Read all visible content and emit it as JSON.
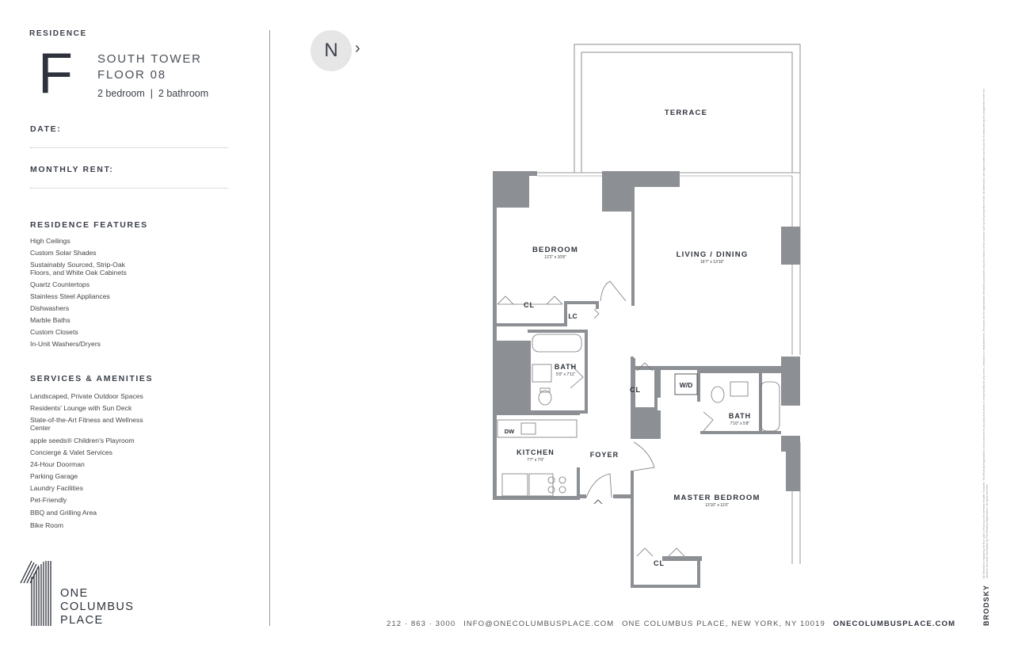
{
  "residence": {
    "label": "RESIDENCE",
    "letter": "F",
    "tower": "SOUTH TOWER",
    "floor": "FLOOR 08",
    "rooms": "2 bedroom  |  2 bathroom"
  },
  "form": {
    "date_label": "DATE:",
    "rent_label": "MONTHLY RENT:"
  },
  "features": {
    "title": "RESIDENCE FEATURES",
    "items": [
      "High Ceilings",
      "Custom Solar Shades",
      "Sustainably Sourced, Strip-Oak",
      "Floors, and White Oak Cabinets",
      "Quartz Countertops",
      "Stainless Steel Appliances",
      "Dishwashers",
      "Marble Baths",
      "Custom Closets",
      "In-Unit Washers/Dryers"
    ]
  },
  "services": {
    "title": "SERVICES & AMENITIES",
    "items": [
      "Landscaped, Private Outdoor Spaces",
      "Residents' Lounge with Sun Deck",
      "State-of-the-Art Fitness and Wellness",
      "Center",
      "apple seeds® Children's Playroom",
      "Concierge & Valet Services",
      "24-Hour Doorman",
      "Parking Garage",
      "Laundry Facilities",
      "Pet-Friendly",
      "BBQ and Grilling Area",
      "Bike Room"
    ]
  },
  "logo": {
    "line1": "ONE",
    "line2": "COLUMBUS",
    "line3": "PLACE"
  },
  "compass": {
    "letter": "N",
    "arrow": "›"
  },
  "plan": {
    "terrace": "TERRACE",
    "bedroom": "BEDROOM",
    "bedroom_dim": "12'2\" x 10'8\"",
    "living": "LIVING / DINING",
    "living_dim": "16'7\" x 13'10\"",
    "cl_bedroom": "CL",
    "lc": "LC",
    "bath1": "BATH",
    "bath1_dim": "5'0\" x 7'11\"",
    "cl_hall": "CL",
    "wd": "W/D",
    "bath2": "BATH",
    "bath2_dim": "7'10\" x 5'8\"",
    "dw": "DW",
    "kitchen": "KITCHEN",
    "kitchen_dim": "7'7\" x 7'0\"",
    "foyer": "FOYER",
    "master": "MASTER BEDROOM",
    "master_dim": "13'10\" x 11'0\"",
    "cl_master": "CL"
  },
  "footer": {
    "phone": "212 · 863 · 3000",
    "email": "INFO@ONECOLUMBUSPLACE.COM",
    "address": "ONE COLUMBUS PLACE, NEW YORK, NY 10019",
    "website": "ONECOLUMBUSPLACE.COM"
  },
  "side": {
    "brand": "BRODSKY",
    "disclaimer": "All information regarding the floor plan is from sources deemed reliable. However, The Brodsky Organization cannot assure its accuracy and bears no responsibility for any errors, omissions or misstatements. The plans are for approximate information purposes only and should not be used as such by the prospective renter. All dimensions are approximate and should be re-measured by the prospective renter for absolute accuracy. Developed by The Brodsky Organization, all rights reserved."
  }
}
